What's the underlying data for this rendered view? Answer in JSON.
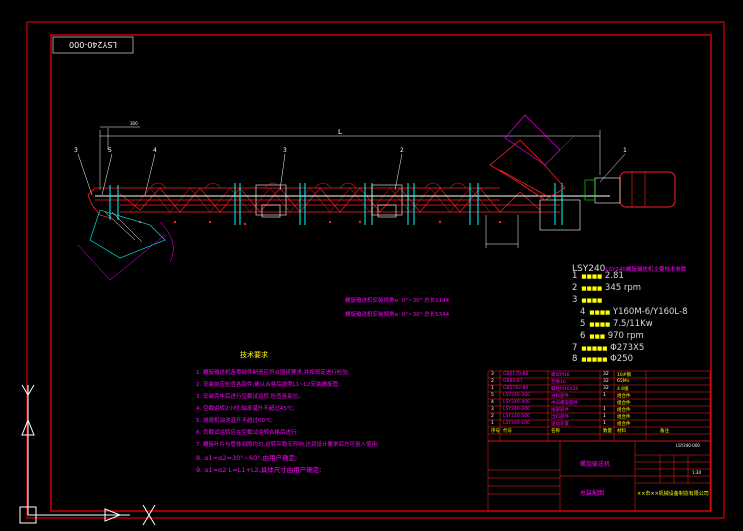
{
  "drawing": {
    "number_stamp": "LSY240-000",
    "length_label": "L",
    "dim_top": "300",
    "callouts": [
      "3",
      "5",
      "4",
      "3",
      "2",
      "1"
    ]
  },
  "spec_block": {
    "title": "LSY240螺旋输送机主要技术参数",
    "rows": [
      {
        "k": "1",
        "v": "2.81"
      },
      {
        "k": "2",
        "v": "345 rpm"
      },
      {
        "k": "3",
        "v": ""
      },
      {
        "k": "4",
        "v": "Y160M-6/Y160L-8"
      },
      {
        "k": "5",
        "v": "7.5/11Kw"
      },
      {
        "k": "6",
        "v": "970 rpm"
      },
      {
        "k": "7",
        "v": "Φ273X5"
      },
      {
        "k": "8",
        "v": "Φ250"
      }
    ]
  },
  "notes_magenta": [
    "螺旋输送机安装倾角α: 0°~30° 总长1144",
    "螺旋输送机安装倾角α: 0°~30° 总长5344"
  ],
  "tech_req": {
    "heading": "技术要求",
    "items": [
      "1. 螺旋输送机各零部件制造应符合图纸要求,并按规定进行检验;",
      "2. 安装前应检查各部件,确认合格后按照L1~L2安装螺旋管;",
      "3. 安装完毕后进行空载试运转,检查各部位。",
      "4. 空载运转2小时,轴承温升不超过45℃;",
      "5. 减速机油池温升不超过60℃;",
      "6. 负载试运转应在空载试运转合格后进行;",
      "7. 螺旋叶片与管体间隙均匀,运转平稳无异响,达到设计要求后方可投入使用;",
      "8. α1=α2=30°~60°,由用户确定;",
      "9. α1=α2 L=L1+L2,具体尺寸由用户确定;"
    ]
  },
  "bom": {
    "rows": [
      {
        "no": "3",
        "code": "GB6170-86",
        "name": "螺母M16",
        "qty": "32",
        "unit": "10#钢"
      },
      {
        "no": "2",
        "code": "GB93-87",
        "name": "垫圈16",
        "qty": "32",
        "unit": "65Mn"
      },
      {
        "no": "1",
        "code": "GB5782-86",
        "name": "螺栓M16X50",
        "qty": "32",
        "unit": "4.6级"
      },
      {
        "no": "5",
        "code": "LSY240-300",
        "name": "进料部件",
        "qty": "1",
        "unit": "组合件"
      },
      {
        "no": "4",
        "code": "LSY240-400",
        "name": "中间螺旋部件",
        "qty": "",
        "unit": "组合件"
      },
      {
        "no": "3",
        "code": "LSY240-200",
        "name": "尾部部件",
        "qty": "1",
        "unit": "组合件"
      },
      {
        "no": "2",
        "code": "LSY240-500",
        "name": "出料部件",
        "qty": "1",
        "unit": "组合件"
      },
      {
        "no": "1",
        "code": "LSY240-100",
        "name": "驱动装置",
        "qty": "1",
        "unit": "组合件"
      }
    ],
    "header": {
      "no": "序号",
      "code": "代号",
      "name": "名称",
      "qty": "数量",
      "unit": "材料",
      "note": "备注"
    }
  },
  "title_block": {
    "product": "螺旋输送机",
    "assembly": "总装配图",
    "drawing_no": "LSY240-000",
    "scale": "1:30",
    "company": "××市××机械设备制造有限公司"
  },
  "colors": {
    "frame": "#ff0000",
    "machine": "#ff2020",
    "white": "#ffffff",
    "cyan": "#00ffff",
    "yellow": "#ffff00",
    "magenta": "#ff00ff",
    "green": "#00ff00"
  }
}
